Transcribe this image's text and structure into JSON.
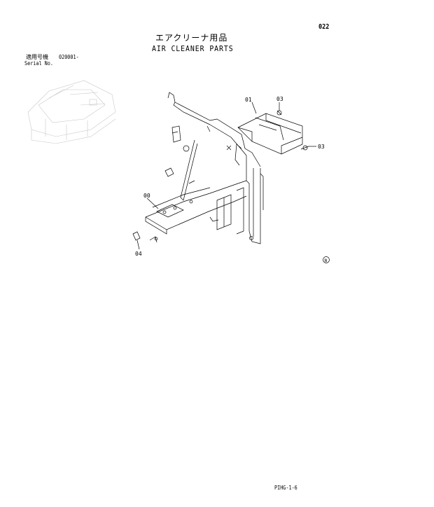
{
  "page": {
    "number": "022",
    "title_jp": "エアクリーナ用品",
    "title_en": "AIR CLEANER PARTS",
    "serial_label_jp": "適用号機",
    "serial_value": "020001-",
    "serial_label_en": "Serial No.",
    "footer_code": "PIHG-1-6"
  },
  "callouts": {
    "part_01": "01",
    "part_03_top": "03",
    "part_03_right": "03",
    "part_00": "00",
    "part_04": "04"
  },
  "mark": "N"
}
